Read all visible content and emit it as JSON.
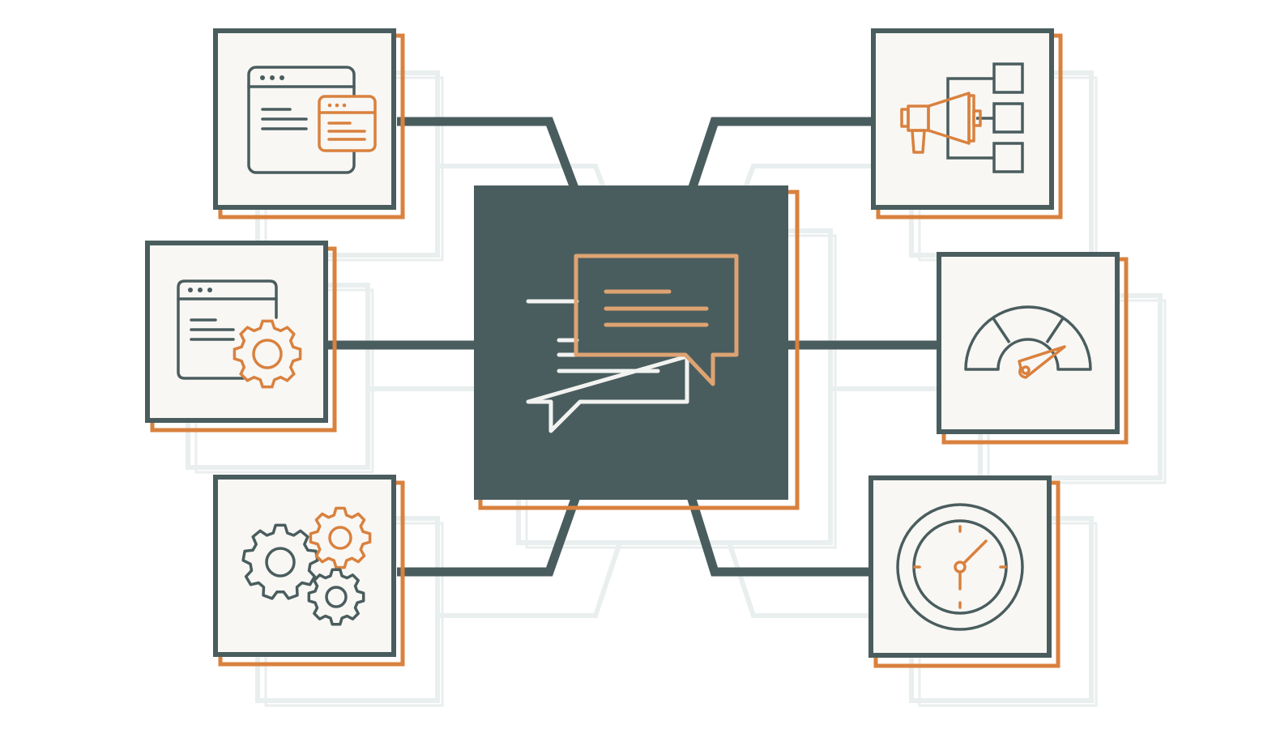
{
  "diagram": {
    "center": {
      "name": "chat-bubbles",
      "icon": "chat-bubbles-icon"
    },
    "left_nodes": [
      {
        "name": "web-windows",
        "icon": "browser-windows-icon"
      },
      {
        "name": "web-settings",
        "icon": "browser-gear-icon"
      },
      {
        "name": "automation",
        "icon": "gears-icon"
      }
    ],
    "right_nodes": [
      {
        "name": "marketing-hierarchy",
        "icon": "megaphone-hierarchy-icon"
      },
      {
        "name": "performance",
        "icon": "speedometer-icon"
      },
      {
        "name": "timing",
        "icon": "clock-icon"
      }
    ]
  },
  "colors": {
    "slate": "#4a5d5e",
    "orange": "#d9813e",
    "card_bg": "#f8f7f4",
    "shadow": "#e9eeee",
    "white_line": "#f2f3f1",
    "orange_soft": "#dea373"
  }
}
